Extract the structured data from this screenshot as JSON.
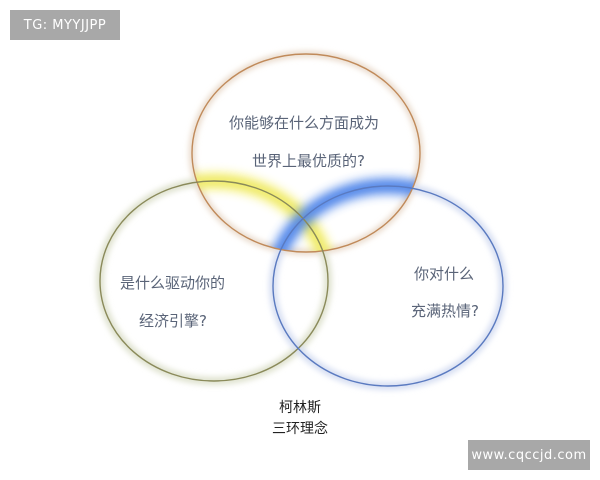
{
  "watermarks": {
    "top_left": "TG: MYYJJPP",
    "bottom_right": "www.cqccjd.com"
  },
  "diagram": {
    "title_line1": "柯林斯",
    "title_line2": "三环理念",
    "circles": [
      {
        "id": "best",
        "line1": "你能够在什么方面成为",
        "line2": "世界上最优质的?",
        "stroke": "#c08a5a"
      },
      {
        "id": "economic",
        "line1": "是什么驱动你的",
        "line2": "经济引擎?",
        "stroke": "#8a8a5a"
      },
      {
        "id": "passion",
        "line1": "你对什么",
        "line2": "充满热情?",
        "stroke": "#5a7ac0"
      }
    ],
    "highlights": {
      "left_overlap": "#f4f07a",
      "right_overlap": "#5a8ae8"
    }
  }
}
